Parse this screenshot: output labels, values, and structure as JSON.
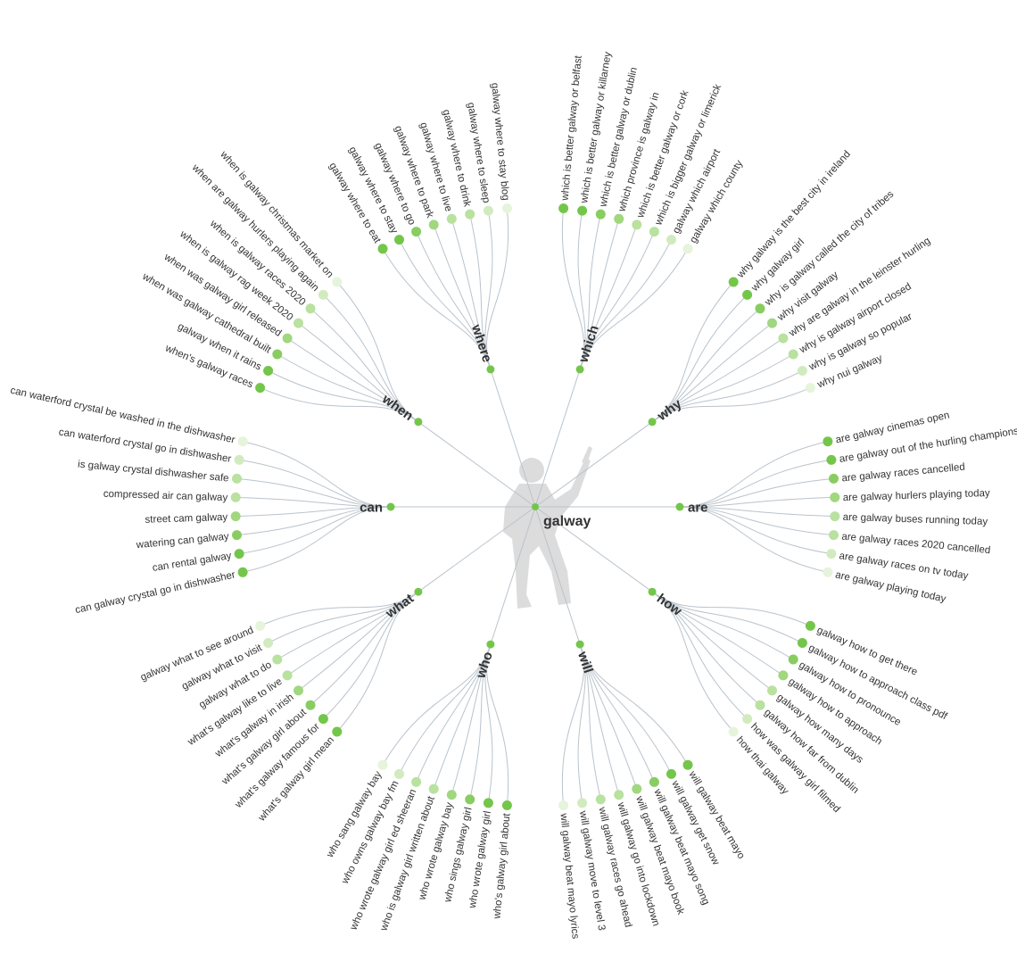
{
  "root": {
    "label": "galway"
  },
  "colors": {
    "link": "#b9c3cc",
    "node": "#74c64a",
    "leaf_scale": [
      "#e5f4db",
      "#d1ebbf",
      "#b9e19f",
      "#a0d77f",
      "#89cd61",
      "#74c64a"
    ],
    "text": "#333333",
    "figure": "#dcdcdc"
  },
  "branches": [
    {
      "label": "which",
      "leaves": [
        "which is better galway or belfast",
        "which is better galway or killarney",
        "which is better galway or dublin",
        "which province is galway in",
        "which is better galway or cork",
        "which is bigger galway or limerick",
        "galway which airport",
        "galway which county"
      ]
    },
    {
      "label": "why",
      "leaves": [
        "why galway is the best city in ireland",
        "why galway girl",
        "why is galway called the city of tribes",
        "why visit galway",
        "why are galway in the leinster hurling",
        "why is galway airport closed",
        "why is galway so popular",
        "why nui galway"
      ]
    },
    {
      "label": "are",
      "leaves": [
        "are galway cinemas open",
        "are galway out of the hurling championship",
        "are galway races cancelled",
        "are galway hurlers playing today",
        "are galway buses running today",
        "are galway races 2020 cancelled",
        "are galway races on tv today",
        "are galway playing today"
      ]
    },
    {
      "label": "how",
      "leaves": [
        "galway how to get there",
        "galway how to approach class pdf",
        "galway how to pronounce",
        "galway how to approach",
        "galway how many days",
        "galway how far from dublin",
        "how was galway girl filmed",
        "how thai galway"
      ]
    },
    {
      "label": "will",
      "leaves": [
        "will galway beat mayo",
        "will galway get snow",
        "will galway beat mayo song",
        "will galway beat mayo book",
        "will galway go into lockdown",
        "will galway races go ahead",
        "will galway move to level 3",
        "will galway beat mayo lyrics"
      ]
    },
    {
      "label": "who",
      "leaves": [
        "who's galway girl about",
        "who wrote galway girl",
        "who sings galway girl",
        "who wrote galway bay",
        "who is galway girl written about",
        "who wrote galway girl ed sheeran",
        "who owns galway bay fm",
        "who sang galway bay"
      ]
    },
    {
      "label": "what",
      "leaves": [
        "what's galway girl mean",
        "what's galway famous for",
        "what's galway girl about",
        "what's galway in irish",
        "what's galway like to live",
        "galway what to do",
        "galway what to visit",
        "galway what to see around"
      ]
    },
    {
      "label": "can",
      "leaves": [
        "can galway crystal go in dishwasher",
        "can rental galway",
        "watering can galway",
        "street cam galway",
        "compressed air can galway",
        "is galway crystal dishwasher safe",
        "can waterford crystal go in dishwasher",
        "can waterford crystal be washed in the dishwasher"
      ]
    },
    {
      "label": "when",
      "leaves": [
        "when's galway races",
        "galway when it rains",
        "when was galway cathedral built",
        "when was galway girl released",
        "when is galway rag week 2020",
        "when is galway races 2020",
        "when are galway hurlers playing again",
        "when is galway christmas market on"
      ]
    },
    {
      "label": "where",
      "leaves": [
        "galway where to eat",
        "galway where to stay",
        "galway where to go",
        "galway where to park",
        "galway where to live",
        "galway where to drink",
        "galway where to sleep",
        "galway where to stay blog"
      ]
    }
  ]
}
